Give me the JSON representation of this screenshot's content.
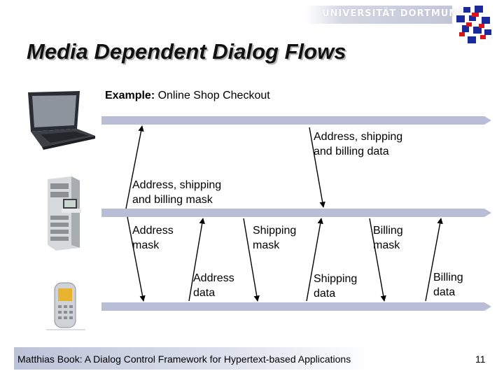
{
  "header": {
    "university": "UNIVERSITÄT DORTMUND"
  },
  "slide": {
    "title": "Media Dependent Dialog Flows",
    "example_label": "Example:",
    "example_text": " Online Shop Checkout"
  },
  "diagram": {
    "lane_colors": [
      "#b9bdd6",
      "#b9bdd6",
      "#b9bdd6"
    ],
    "labels": {
      "addr_ship_bill_data_1": "Address, shipping",
      "addr_ship_bill_data_2": "and billing data",
      "addr_ship_bill_mask_1": "Address, shipping",
      "addr_ship_bill_mask_2": "and billing mask",
      "address_mask_1": "Address",
      "address_mask_2": "mask",
      "shipping_mask_1": "Shipping",
      "shipping_mask_2": "mask",
      "billing_mask_1": "Billing",
      "billing_mask_2": "mask",
      "address_data_1": "Address",
      "address_data_2": "data",
      "shipping_data_1": "Shipping",
      "shipping_data_2": "data",
      "billing_data_1": "Billing",
      "billing_data_2": "data"
    },
    "devices": [
      "laptop-icon",
      "server-icon",
      "mobile-phone-icon"
    ]
  },
  "footer": {
    "text": "Matthias Book: A Dialog Control Framework for Hypertext-based Applications",
    "page": "11"
  }
}
